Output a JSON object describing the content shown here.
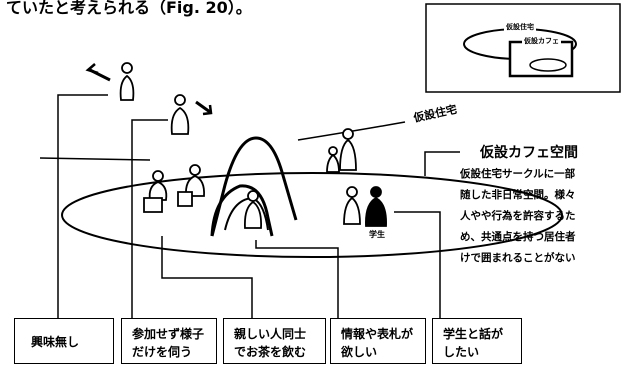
{
  "top_text": "ていたと考えられる（Fig. 20）。",
  "inset": {
    "label_housing": "仮設住宅",
    "label_cafe": "仮設カフェ"
  },
  "labels": {
    "housing": "仮設住宅",
    "space_title": "仮設カフェ空間",
    "student": "学生"
  },
  "description_lines": [
    "仮設住宅サークルに一部",
    "随した非日常空間。様々",
    "人やや行為を許容するた",
    "め、共通点を持つ居住者",
    "けで囲まれることがない"
  ],
  "boxes": [
    {
      "lines": [
        "興味無し"
      ]
    },
    {
      "lines": [
        "参加せず様子",
        "だけを伺う"
      ]
    },
    {
      "lines": [
        "親しい人同士",
        "でお茶を飲む"
      ]
    },
    {
      "lines": [
        "情報や表札が",
        "欲しい"
      ]
    },
    {
      "lines": [
        "学生と話が",
        "したい"
      ]
    }
  ]
}
